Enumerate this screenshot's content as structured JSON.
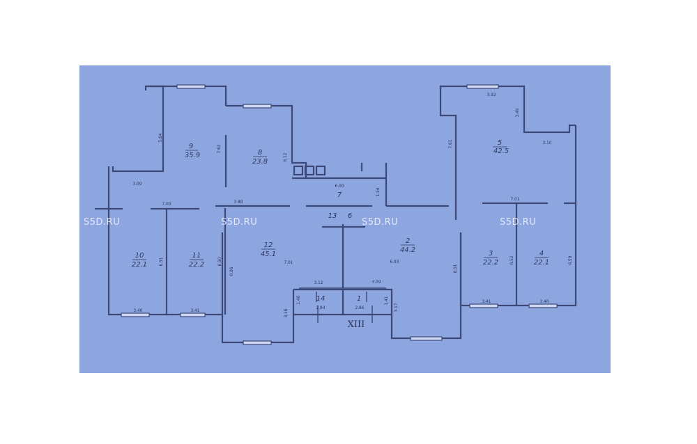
{
  "watermark": "S5D.RU",
  "section_marker": "XIII",
  "rooms": [
    {
      "id": "r9",
      "number": "9",
      "area": "35.9"
    },
    {
      "id": "r8",
      "number": "8",
      "area": "23.8"
    },
    {
      "id": "r7",
      "number": "7",
      "area": ""
    },
    {
      "id": "r5",
      "number": "5",
      "area": "42.5"
    },
    {
      "id": "r10",
      "number": "10",
      "area": "22.1"
    },
    {
      "id": "r11",
      "number": "11",
      "area": "22.2"
    },
    {
      "id": "r12",
      "number": "12",
      "area": "45.1"
    },
    {
      "id": "r13",
      "number": "13",
      "area": ""
    },
    {
      "id": "r6",
      "number": "6",
      "area": ""
    },
    {
      "id": "r2",
      "number": "2",
      "area": "44.2"
    },
    {
      "id": "r3",
      "number": "3",
      "area": "22.2"
    },
    {
      "id": "r4",
      "number": "4",
      "area": "22.1"
    },
    {
      "id": "r14",
      "number": "14",
      "area": ""
    },
    {
      "id": "r1",
      "number": "1",
      "area": ""
    }
  ],
  "dimensions": {
    "d_564": "5.64",
    "d_762": "7.62",
    "d_612": "6.12",
    "d_309a": "3.09",
    "d_392": "3.92",
    "d_349": "3.49",
    "d_761": "7.61",
    "d_310": "3.10",
    "d_600": "6.00",
    "d_194": "1.94",
    "d_700": "7.00",
    "d_388": "3.88",
    "d_701a": "7.01",
    "d_651": "6.51",
    "d_650": "6.50",
    "d_806": "8.06",
    "d_701b": "7.01",
    "d_693": "6.93",
    "d_801": "8.01",
    "d_652": "6.52",
    "d_659": "6.59",
    "d_340a": "3.40",
    "d_341a": "3.41",
    "d_312": "3.12",
    "d_309b": "3.09",
    "d_140": "1.40",
    "d_284": "2.84",
    "d_286": "2.86",
    "d_141": "1.41",
    "d_316": "3.16",
    "d_317": "3.17",
    "d_341b": "3.41",
    "d_340b": "3.40"
  }
}
